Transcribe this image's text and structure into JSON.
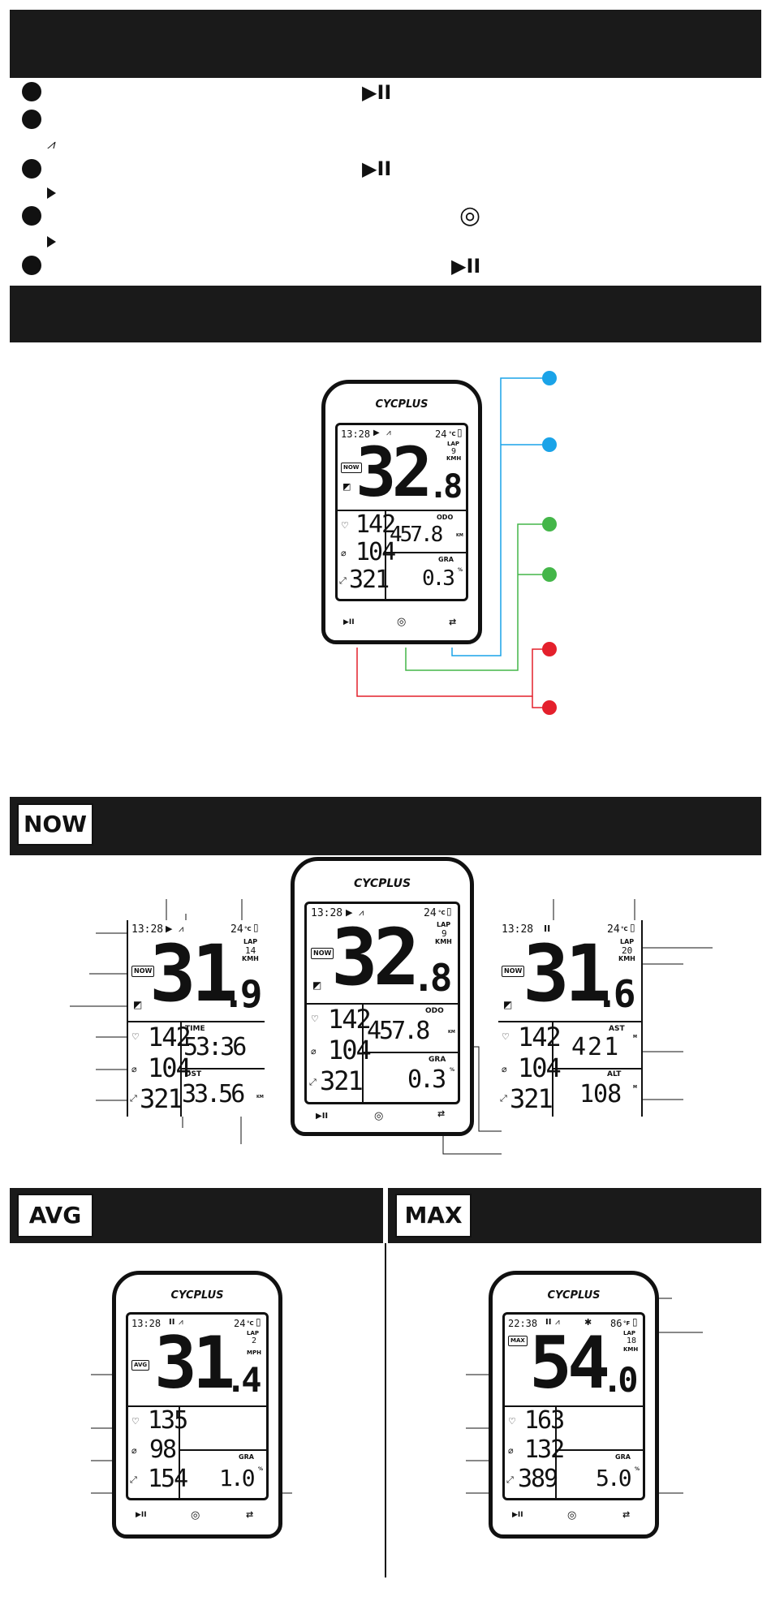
{
  "sections": {
    "now_badge": "NOW",
    "avg_badge": "AVG",
    "max_badge": "MAX"
  },
  "steps": {
    "play_pause_icon": "▶II",
    "play_icon": "▶",
    "menu_icon": "◎"
  },
  "colors": {
    "header_bar": "#1a1a1a",
    "blue": "#1aa3e8",
    "green": "#44b649",
    "red": "#e4202c"
  },
  "device": {
    "brand": "CYCPLUS",
    "btn_left": "▶II",
    "btn_mid": "◎",
    "btn_right": "⇄"
  },
  "main_device": {
    "time": "13:28",
    "temp": "24",
    "temp_unit": "°C",
    "lap_label": "LAP",
    "lap_value": "9",
    "speed_unit": "KMH",
    "mode": "NOW",
    "speed_int": "32",
    "speed_dec": ".8",
    "hr": "142",
    "cad": "104",
    "power": "321",
    "r1_label": "ODO",
    "r1_value": "457.8",
    "r1_unit": "KM",
    "r2_label": "GRA",
    "r2_value": "0.3",
    "r2_unit": "%"
  },
  "now_left": {
    "time": "13:28",
    "temp": "24",
    "temp_unit": "°C",
    "lap_label": "LAP",
    "lap_value": "14",
    "speed_unit": "KMH",
    "mode": "NOW",
    "speed_int": "31",
    "speed_dec": ".9",
    "hr": "142",
    "cad": "104",
    "power": "321",
    "r1_label": "TIME",
    "r1_value": "53:36",
    "r1_unit": "",
    "r2_label": "DST",
    "r2_value": "33.56",
    "r2_unit": "KM"
  },
  "now_right": {
    "time": "13:28",
    "temp": "24",
    "temp_unit": "°C",
    "lap_label": "LAP",
    "lap_value": "20",
    "speed_unit": "KMH",
    "mode": "NOW",
    "speed_int": "31",
    "speed_dec": ".6",
    "hr": "142",
    "cad": "104",
    "power": "321",
    "r1_label": "AST",
    "r1_value": "421",
    "r1_unit": "M",
    "r2_label": "ALT",
    "r2_value": "108",
    "r2_unit": "M"
  },
  "avg_device": {
    "time": "13:28",
    "temp": "24",
    "temp_unit": "°C",
    "lap_label": "LAP",
    "lap_value": "2",
    "speed_unit": "MPH",
    "mode": "AVG",
    "speed_int": "31",
    "speed_dec": ".4",
    "hr": "135",
    "cad": "98",
    "power": "154",
    "r2_label": "GRA",
    "r2_value": "1.0",
    "r2_unit": "%"
  },
  "max_device": {
    "time": "22:38",
    "temp": "86",
    "temp_unit": "°F",
    "lap_label": "LAP",
    "lap_value": "18",
    "speed_unit": "KMH",
    "mode": "MAX",
    "speed_int": "54",
    "speed_dec": ".0",
    "hr": "163",
    "cad": "132",
    "power": "389",
    "r2_label": "GRA",
    "r2_value": "5.0",
    "r2_unit": "%"
  }
}
